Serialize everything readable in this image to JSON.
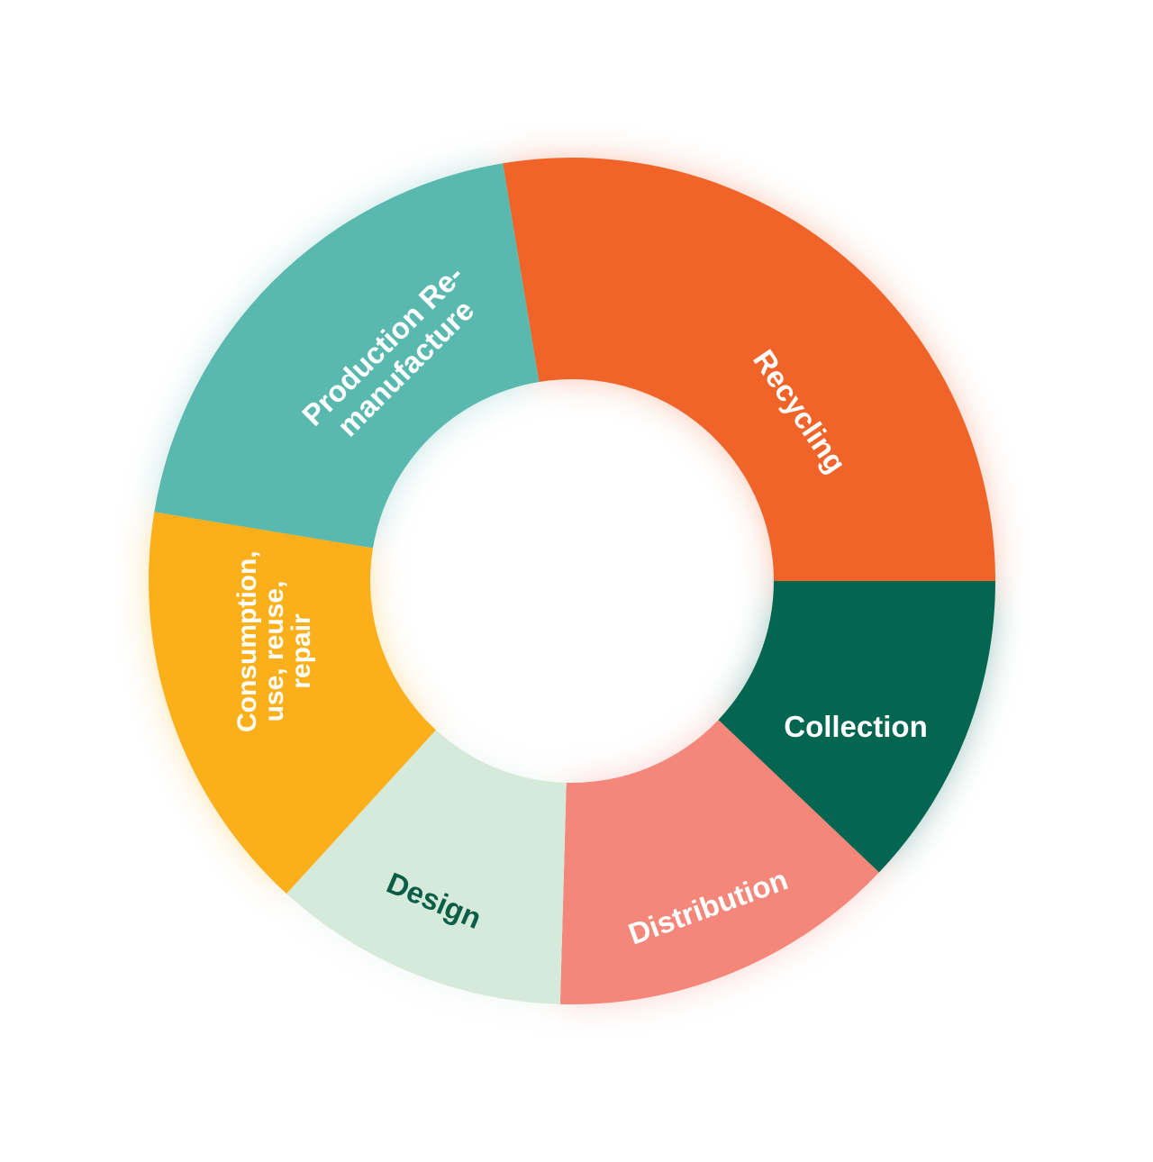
{
  "chart_data": {
    "type": "pie",
    "donut": true,
    "title": "",
    "unit": "degrees",
    "slices": [
      {
        "label": "Recycling",
        "value": 99.4,
        "color": "#F06429",
        "text_color": "#FFFFFF"
      },
      {
        "label": "Collection",
        "value": 43.5,
        "color": "#046651",
        "text_color": "#FFFFFF"
      },
      {
        "label": "Distribution",
        "value": 48.1,
        "color": "#F4877A",
        "text_color": "#FFFFFF"
      },
      {
        "label": "Design",
        "value": 40.8,
        "color": "#D6EADB",
        "text_color": "#0B5E45"
      },
      {
        "label": "Consumption, use, reuse, repair",
        "lines": [
          "Consumption,",
          "use, reuse,",
          "repair"
        ],
        "value": 57.0,
        "color": "#FBB01B",
        "text_color": "#FFFFFF"
      },
      {
        "label": "Production Re-manufacture",
        "lines": [
          "Production Re-",
          "manufacture"
        ],
        "value": 71.2,
        "color": "#5AB9AF",
        "text_color": "#FFFFFF"
      }
    ]
  }
}
